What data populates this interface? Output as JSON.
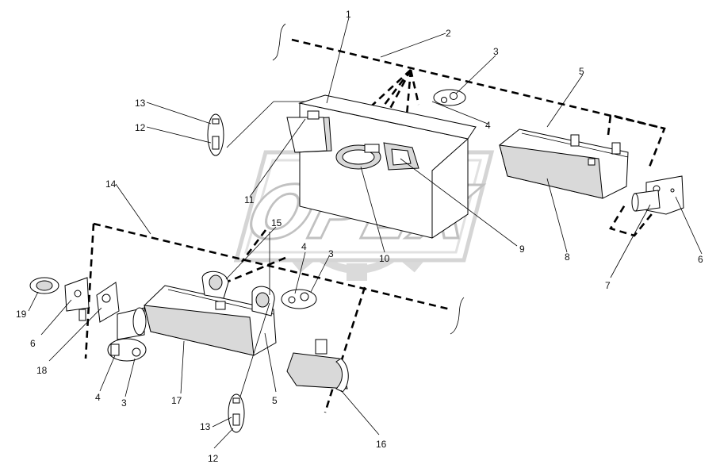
{
  "watermark": {
    "text": "OPEX",
    "color": "#b9b9b9"
  },
  "callouts": [
    {
      "id": "c1-top",
      "text": "1"
    },
    {
      "id": "c2-top",
      "text": "2"
    },
    {
      "id": "c3-top",
      "text": "3"
    },
    {
      "id": "c4-top",
      "text": "4"
    },
    {
      "id": "c5-top",
      "text": "5"
    },
    {
      "id": "c6-right",
      "text": "6"
    },
    {
      "id": "c7-right",
      "text": "7"
    },
    {
      "id": "c8-right",
      "text": "8"
    },
    {
      "id": "c9-mid",
      "text": "9"
    },
    {
      "id": "c10-mid",
      "text": "10"
    },
    {
      "id": "c11-mid",
      "text": "11"
    },
    {
      "id": "c12-top",
      "text": "12"
    },
    {
      "id": "c13-top",
      "text": "13"
    },
    {
      "id": "c14-left",
      "text": "14"
    },
    {
      "id": "c15-mid",
      "text": "15"
    },
    {
      "id": "c4-mid",
      "text": "4"
    },
    {
      "id": "c3-mid",
      "text": "3"
    },
    {
      "id": "c19-left",
      "text": "19"
    },
    {
      "id": "c6-left",
      "text": "6"
    },
    {
      "id": "c18-left",
      "text": "18"
    },
    {
      "id": "c4-bottom",
      "text": "4"
    },
    {
      "id": "c3-bottom",
      "text": "3"
    },
    {
      "id": "c17-bottom",
      "text": "17"
    },
    {
      "id": "c13-bottom",
      "text": "13"
    },
    {
      "id": "c12-bottom",
      "text": "12"
    },
    {
      "id": "c5-bottom",
      "text": "5"
    },
    {
      "id": "c16-bottom",
      "text": "16"
    }
  ]
}
